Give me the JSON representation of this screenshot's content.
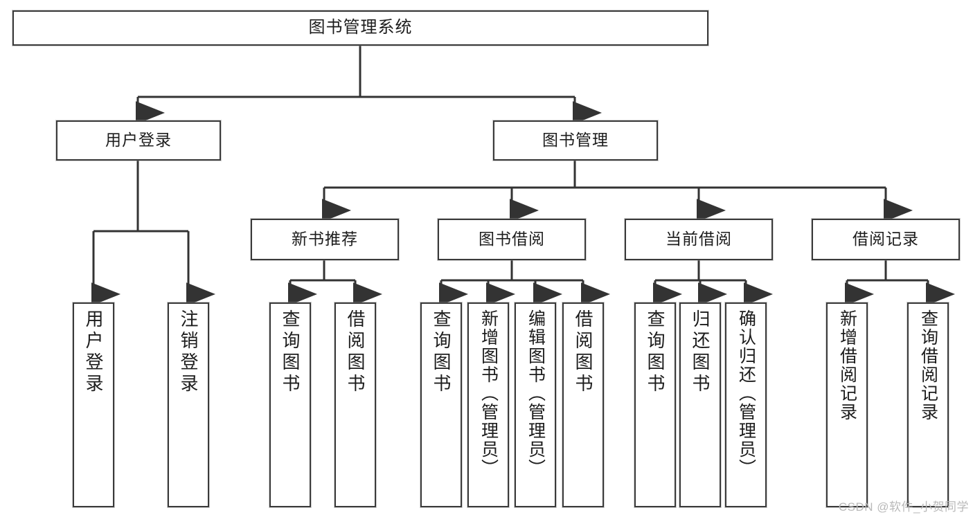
{
  "diagram": {
    "title": "图书管理系统",
    "type": "tree-hierarchy-chart",
    "colors": {
      "border": "#3a3a3a",
      "background": "#ffffff",
      "text": "#1c1c1c",
      "connector": "#333333",
      "watermark": "#b9b9b9"
    },
    "root": {
      "label": "图书管理系统"
    },
    "level2": [
      {
        "label": "用户登录"
      },
      {
        "label": "图书管理"
      }
    ],
    "level3": [
      {
        "label": "新书推荐"
      },
      {
        "label": "图书借阅"
      },
      {
        "label": "当前借阅"
      },
      {
        "label": "借阅记录"
      }
    ],
    "leaves": {
      "user_login": [
        {
          "label": "用户登录"
        },
        {
          "label": "注销登录"
        }
      ],
      "new_book_recommend": [
        {
          "label": "查询图书"
        },
        {
          "label": "借阅图书"
        }
      ],
      "book_borrow": [
        {
          "label": "查询图书"
        },
        {
          "label": "新增图书（管理员）"
        },
        {
          "label": "编辑图书（管理员）"
        },
        {
          "label": "借阅图书"
        }
      ],
      "current_borrow": [
        {
          "label": "查询图书"
        },
        {
          "label": "归还图书"
        },
        {
          "label": "确认归还（管理员）"
        }
      ],
      "borrow_record": [
        {
          "label": "新增借阅记录"
        },
        {
          "label": "查询借阅记录"
        }
      ]
    }
  },
  "watermark": {
    "text": "CSDN @软件_小贺同学"
  }
}
